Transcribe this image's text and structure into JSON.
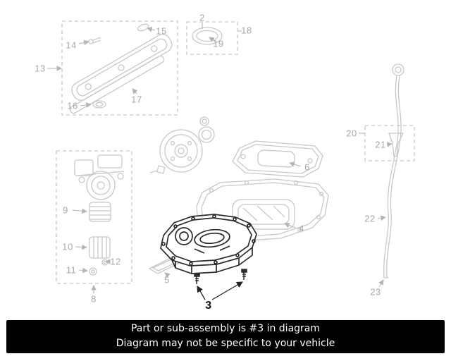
{
  "banner": {
    "line1": "Part or sub-assembly is #3 in diagram",
    "line2": "Diagram may not be specific to your vehicle",
    "bg_color": "#000000",
    "text_color": "#ffffff"
  },
  "diagram": {
    "highlighted_part": "3",
    "part_line_color": "#c8c8c8",
    "leader_line_color": "#b5b5b5",
    "highlight_color": "#2b2b2b",
    "callout_color": "#a8a8a8"
  },
  "callouts": {
    "2": "2",
    "3": "3",
    "4": "4",
    "5": "5",
    "6": "6",
    "8": "8",
    "9": "9",
    "10": "10",
    "11": "11",
    "12": "12",
    "13": "13",
    "14": "14",
    "15": "15",
    "16": "16",
    "17": "17",
    "18": "18",
    "19": "19",
    "20": "20",
    "21": "21",
    "22": "22",
    "23": "23"
  }
}
